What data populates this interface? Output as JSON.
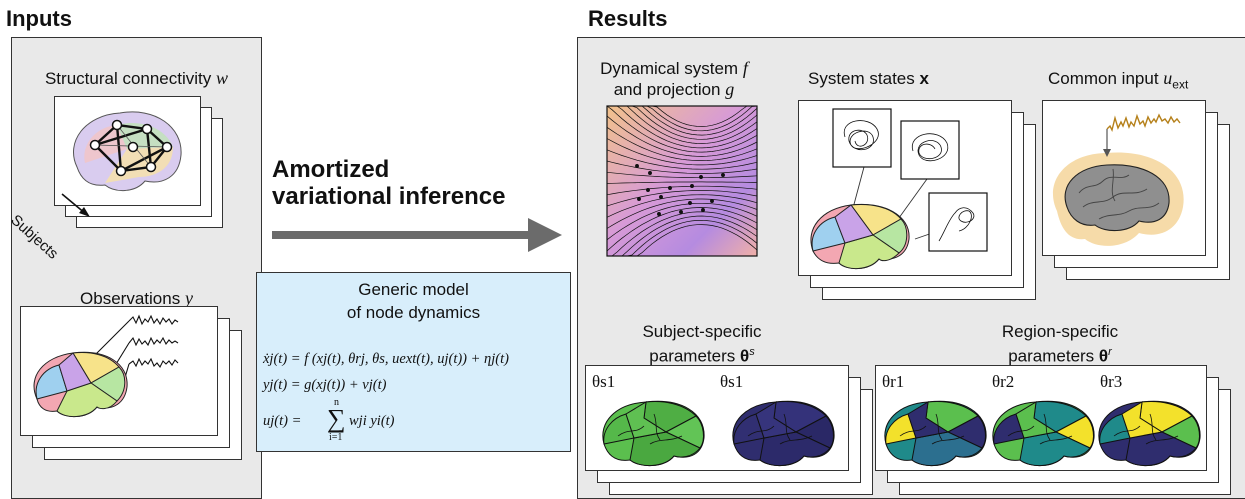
{
  "inputs": {
    "title": "Inputs",
    "connectivity_label": "Structural connectivity",
    "connectivity_symbol": "w",
    "subjects_label": "Subjects",
    "observations_label": "Observations",
    "observations_symbol": "y"
  },
  "arrow": {
    "line1": "Amortized",
    "line2": "variational inference"
  },
  "model": {
    "title_line1": "Generic model",
    "title_line2": "of node dynamics",
    "eq1_lhs": "ẋj(t) = ",
    "eq1_rhs": "f (xj(t), θrj, θs, uext(t), uj(t)) + ηj(t)",
    "eq2": "yj(t) = g(xj(t)) + νj(t)",
    "eq3_lhs": "uj(t) =",
    "eq3_sum_top": "n",
    "eq3_sum_bottom": "i=1",
    "eq3_rhs": "wji yi(t)"
  },
  "results": {
    "title": "Results",
    "dyn_line1": "Dynamical system",
    "dyn_f": "f",
    "dyn_line2": "and projection",
    "dyn_g": "g",
    "states_label": "System states",
    "states_symbol": "x",
    "input_label": "Common input",
    "input_symbol": "u",
    "input_sub": "ext",
    "subject_line1": "Subject-specific",
    "subject_line2": "parameters",
    "subject_symbol": "θ",
    "subject_sup": "s",
    "region_line1": "Region-specific",
    "region_line2": "parameters",
    "region_symbol": "θ",
    "region_sup": "r",
    "subj_param_labels": [
      "θs1",
      "θs1"
    ],
    "region_param_labels": [
      "θr1",
      "θr2",
      "θr3"
    ]
  },
  "colors": {
    "panel_bg": "#e9e9e9",
    "model_bg": "#d8eefb",
    "arrow": "#6b6b6b",
    "brain_green": "#5bbf4e",
    "brain_navy": "#2f2d6e",
    "brain_teal": "#1f8a8a",
    "brain_yellow": "#f3e12b",
    "input_signal": "#b5801a",
    "glow": "#f6d9a4"
  }
}
